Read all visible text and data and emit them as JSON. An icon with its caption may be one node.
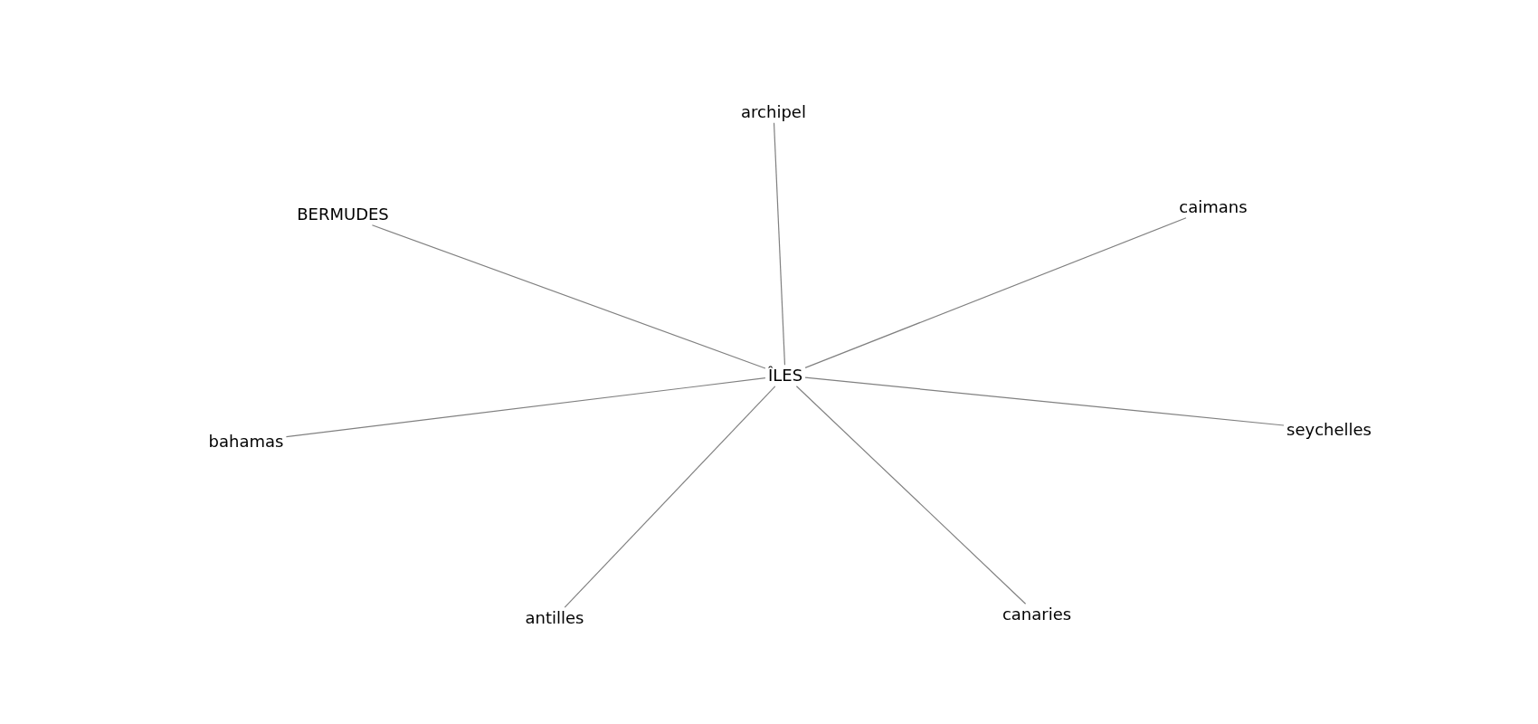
{
  "diagram": {
    "nodes": [
      {
        "text": [
          "ÎLES"
        ]
      },
      {
        "text": [
          "archipel"
        ]
      },
      {
        "text": [
          "BERMUDES"
        ]
      },
      {
        "text": [
          "caimans"
        ]
      },
      {
        "text": [
          "bahamas"
        ]
      },
      {
        "text": [
          "seychelles"
        ]
      },
      {
        "text": [
          "antilles"
        ]
      },
      {
        "text": [
          "canaries"
        ]
      }
    ],
    "edges": [
      {
        "from": 0,
        "to": 1,
        "arrow": "none"
      },
      {
        "from": 0,
        "to": 2,
        "arrow": "none"
      },
      {
        "from": 0,
        "to": 3,
        "arrow": "none"
      },
      {
        "from": 0,
        "to": 4,
        "arrow": "none"
      },
      {
        "from": 0,
        "to": 5,
        "arrow": "none"
      },
      {
        "from": 0,
        "to": 6,
        "arrow": "none"
      },
      {
        "from": 0,
        "to": 7,
        "arrow": "none"
      }
    ]
  }
}
